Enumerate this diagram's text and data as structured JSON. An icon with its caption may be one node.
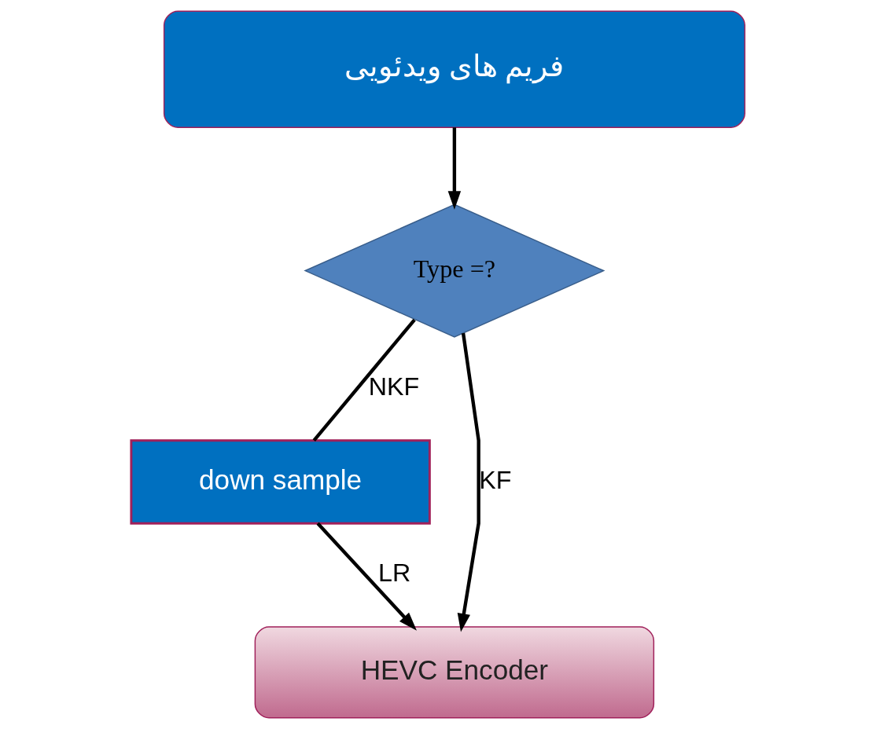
{
  "diagram": {
    "nodes": [
      {
        "text": [
          "فریم های ویدئویی"
        ]
      },
      {
        "text": [
          "Type =?"
        ]
      },
      {
        "text": [
          "down sample"
        ]
      },
      {
        "text": [
          "HEVC Encoder"
        ]
      }
    ],
    "edges": [
      {
        "from": 0,
        "to": 1,
        "arrow": "to"
      },
      {
        "from": 1,
        "to": 2,
        "arrow": "none",
        "label": "NKF"
      },
      {
        "from": 1,
        "to": 3,
        "arrow": "to",
        "label": "KF"
      },
      {
        "from": 2,
        "to": 3,
        "arrow": "to",
        "label": "LR"
      }
    ]
  }
}
